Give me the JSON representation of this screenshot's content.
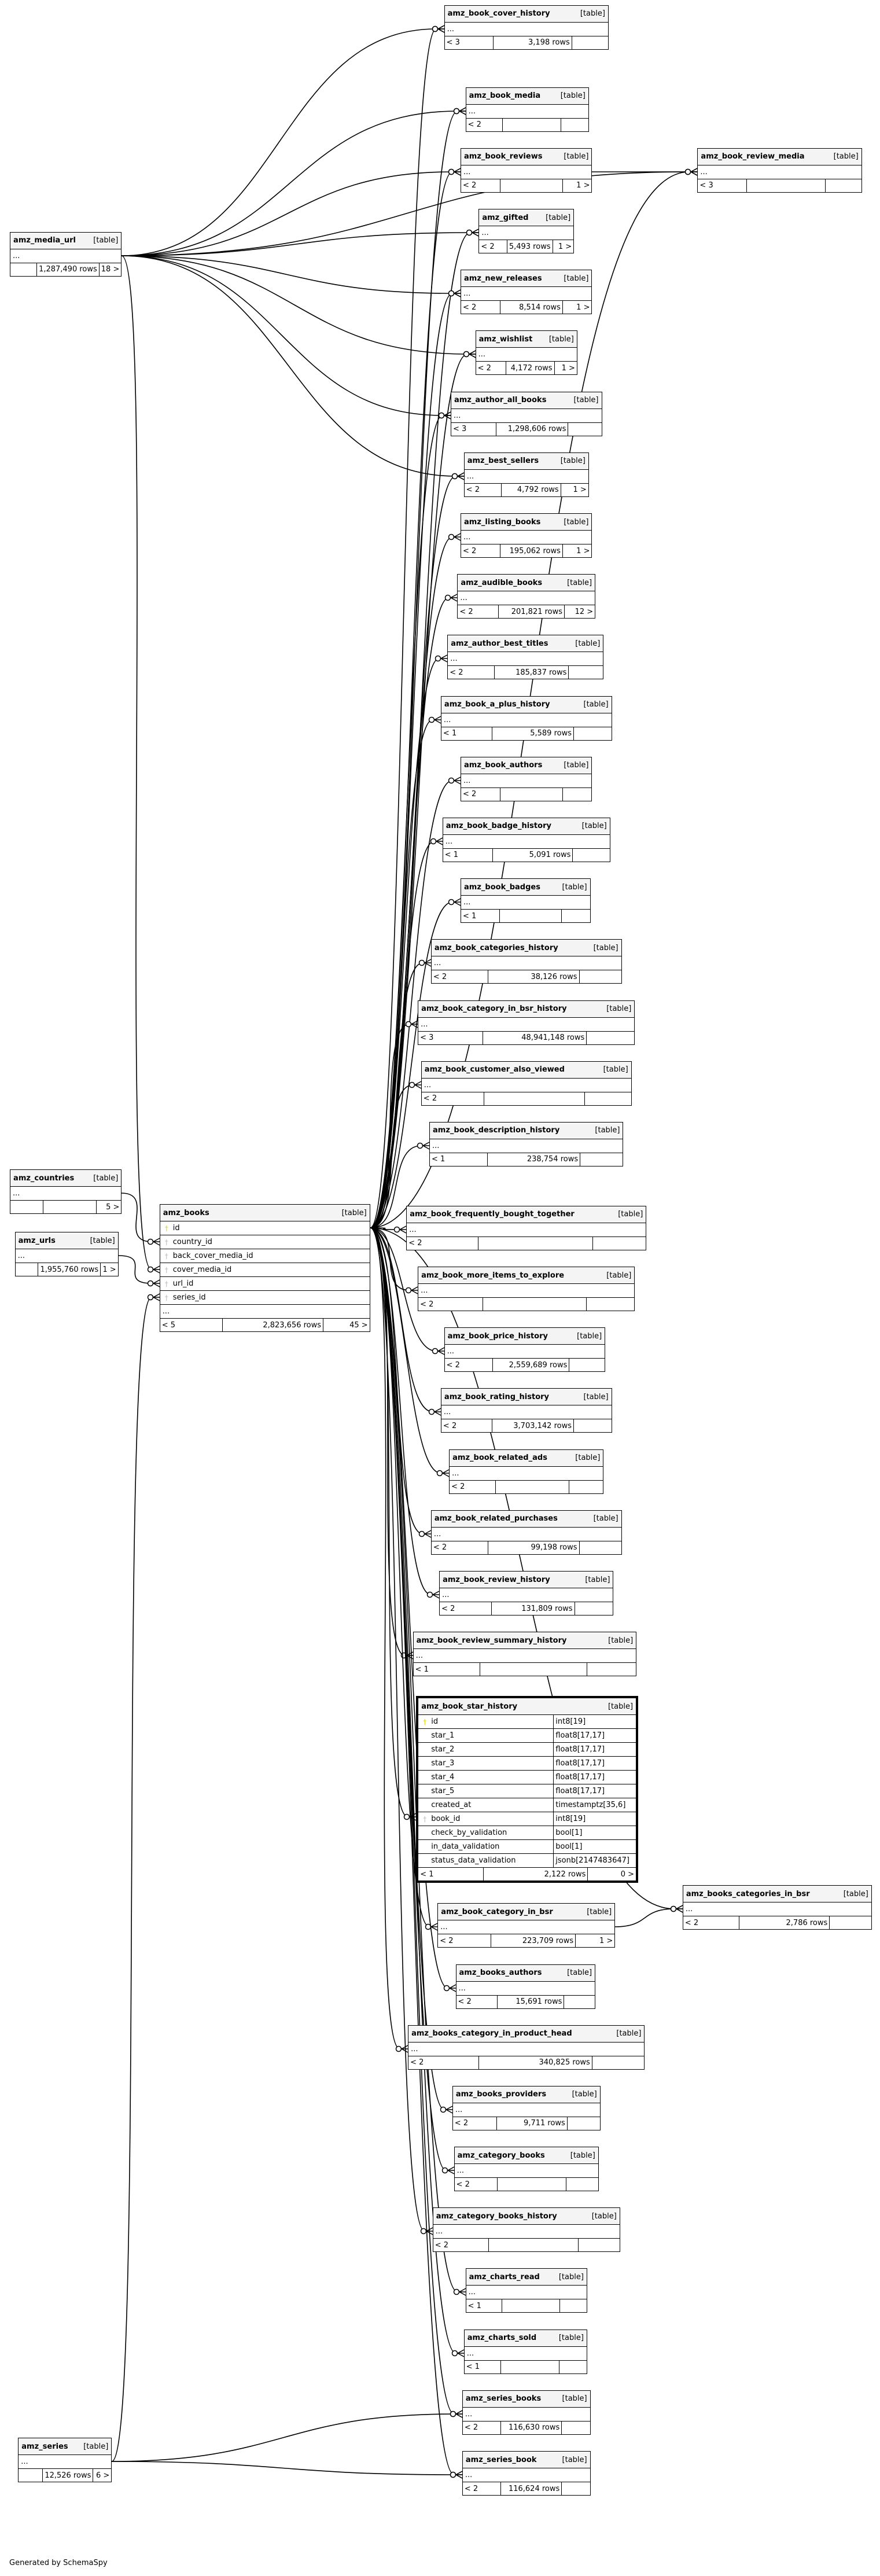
{
  "table_label": "[table]",
  "ellipsis": "...",
  "tables": [
    {
      "name": "amz_book_cover_history",
      "footer": [
        "< 3",
        "3,198 rows",
        ""
      ]
    },
    {
      "name": "amz_book_media",
      "footer": [
        "< 2",
        "",
        ""
      ]
    },
    {
      "name": "amz_book_reviews",
      "footer": [
        "< 2",
        "",
        "1 >"
      ]
    },
    {
      "name": "amz_book_review_media",
      "footer": [
        "< 3",
        "",
        ""
      ]
    },
    {
      "name": "amz_gifted",
      "footer": [
        "< 2",
        "5,493 rows",
        "1 >"
      ]
    },
    {
      "name": "amz_new_releases",
      "footer": [
        "< 2",
        "8,514 rows",
        "1 >"
      ]
    },
    {
      "name": "amz_wishlist",
      "footer": [
        "< 2",
        "4,172 rows",
        "1 >"
      ]
    },
    {
      "name": "amz_author_all_books",
      "footer": [
        "< 3",
        "1,298,606 rows",
        ""
      ]
    },
    {
      "name": "amz_best_sellers",
      "footer": [
        "< 2",
        "4,792 rows",
        "1 >"
      ]
    },
    {
      "name": "amz_listing_books",
      "footer": [
        "< 2",
        "195,062 rows",
        "1 >"
      ]
    },
    {
      "name": "amz_audible_books",
      "footer": [
        "< 2",
        "201,821 rows",
        "12 >"
      ]
    },
    {
      "name": "amz_author_best_titles",
      "footer": [
        "< 2",
        "185,837 rows",
        ""
      ]
    },
    {
      "name": "amz_book_a_plus_history",
      "footer": [
        "< 1",
        "5,589 rows",
        ""
      ]
    },
    {
      "name": "amz_book_authors",
      "footer": [
        "< 2",
        "",
        ""
      ]
    },
    {
      "name": "amz_book_badge_history",
      "footer": [
        "< 1",
        "5,091 rows",
        ""
      ]
    },
    {
      "name": "amz_book_badges",
      "footer": [
        "< 1",
        "",
        ""
      ]
    },
    {
      "name": "amz_book_categories_history",
      "footer": [
        "< 2",
        "38,126 rows",
        ""
      ]
    },
    {
      "name": "amz_book_category_in_bsr_history",
      "footer": [
        "< 3",
        "48,941,148 rows",
        ""
      ]
    },
    {
      "name": "amz_book_customer_also_viewed",
      "footer": [
        "< 2",
        "",
        ""
      ]
    },
    {
      "name": "amz_book_description_history",
      "footer": [
        "< 1",
        "238,754 rows",
        ""
      ]
    },
    {
      "name": "amz_book_frequently_bought_together",
      "footer": [
        "< 2",
        "",
        ""
      ]
    },
    {
      "name": "amz_book_more_items_to_explore",
      "footer": [
        "< 2",
        "",
        ""
      ]
    },
    {
      "name": "amz_book_price_history",
      "footer": [
        "< 2",
        "2,559,689 rows",
        ""
      ]
    },
    {
      "name": "amz_book_rating_history",
      "footer": [
        "< 2",
        "3,703,142 rows",
        ""
      ]
    },
    {
      "name": "amz_book_related_ads",
      "footer": [
        "< 2",
        "",
        ""
      ]
    },
    {
      "name": "amz_book_related_purchases",
      "footer": [
        "< 2",
        "99,198 rows",
        ""
      ]
    },
    {
      "name": "amz_book_review_history",
      "footer": [
        "< 2",
        "131,809 rows",
        ""
      ]
    },
    {
      "name": "amz_book_review_summary_history",
      "footer": [
        "< 1",
        "",
        ""
      ]
    },
    {
      "name": "amz_book_star_history",
      "footer": [
        "< 1",
        "2,122 rows",
        "0 >"
      ],
      "columns": [
        {
          "name": "id",
          "type": "int8[19]",
          "key": "pk"
        },
        {
          "name": "star_1",
          "type": "float8[17,17]"
        },
        {
          "name": "star_2",
          "type": "float8[17,17]"
        },
        {
          "name": "star_3",
          "type": "float8[17,17]"
        },
        {
          "name": "star_4",
          "type": "float8[17,17]"
        },
        {
          "name": "star_5",
          "type": "float8[17,17]"
        },
        {
          "name": "created_at",
          "type": "timestamptz[35,6]"
        },
        {
          "name": "book_id",
          "type": "int8[19]",
          "key": "fk"
        },
        {
          "name": "check_by_validation",
          "type": "bool[1]"
        },
        {
          "name": "in_data_validation",
          "type": "bool[1]"
        },
        {
          "name": "status_data_validation",
          "type": "jsonb[2147483647]"
        }
      ]
    },
    {
      "name": "amz_books_categories_in_bsr",
      "footer": [
        "< 2",
        "2,786 rows",
        ""
      ]
    },
    {
      "name": "amz_book_category_in_bsr",
      "footer": [
        "< 2",
        "223,709 rows",
        "1 >"
      ]
    },
    {
      "name": "amz_books_authors",
      "footer": [
        "< 2",
        "15,691 rows",
        ""
      ]
    },
    {
      "name": "amz_books_category_in_product_head",
      "footer": [
        "< 2",
        "340,825 rows",
        ""
      ]
    },
    {
      "name": "amz_books_providers",
      "footer": [
        "< 2",
        "9,711 rows",
        ""
      ]
    },
    {
      "name": "amz_category_books",
      "footer": [
        "< 2",
        "",
        ""
      ]
    },
    {
      "name": "amz_category_books_history",
      "footer": [
        "< 2",
        "",
        ""
      ]
    },
    {
      "name": "amz_charts_read",
      "footer": [
        "< 1",
        "",
        ""
      ]
    },
    {
      "name": "amz_charts_sold",
      "footer": [
        "< 1",
        "",
        ""
      ]
    },
    {
      "name": "amz_series_books",
      "footer": [
        "< 2",
        "116,630 rows",
        ""
      ]
    },
    {
      "name": "amz_series_book",
      "footer": [
        "< 2",
        "116,624 rows",
        ""
      ]
    },
    {
      "name": "amz_media_url",
      "footer": [
        "",
        "1,287,490 rows",
        "18 >"
      ]
    },
    {
      "name": "amz_countries",
      "footer": [
        "",
        "",
        "5 >"
      ]
    },
    {
      "name": "amz_urls",
      "footer": [
        "",
        "1,955,760 rows",
        "1 >"
      ]
    },
    {
      "name": "amz_series",
      "footer": [
        "",
        "12,526 rows",
        "6 >"
      ]
    },
    {
      "name": "amz_books",
      "footer": [
        "< 5",
        "2,823,656 rows",
        "45 >"
      ],
      "trailing_ellipsis": true,
      "columns": [
        {
          "name": "id",
          "key": "pk"
        },
        {
          "name": "country_id",
          "key": "fk"
        },
        {
          "name": "back_cover_media_id",
          "key": "fk"
        },
        {
          "name": "cover_media_id",
          "key": "fk"
        },
        {
          "name": "url_id",
          "key": "fk"
        },
        {
          "name": "series_id",
          "key": "fk"
        }
      ]
    }
  ],
  "relationships": [
    {
      "from": "amz_media_url",
      "to": [
        "amz_book_cover_history",
        "amz_book_media",
        "amz_book_reviews",
        "amz_book_review_media",
        "amz_gifted",
        "amz_new_releases",
        "amz_wishlist",
        "amz_author_all_books",
        "amz_best_sellers",
        "amz_books"
      ]
    },
    {
      "from": "amz_book_reviews",
      "to": [
        "amz_book_review_media"
      ]
    },
    {
      "from": "amz_countries",
      "to": [
        "amz_books"
      ]
    },
    {
      "from": "amz_urls",
      "to": [
        "amz_books"
      ]
    },
    {
      "from": "amz_series",
      "to": [
        "amz_books",
        "amz_series_books",
        "amz_series_book"
      ]
    },
    {
      "from": "amz_book_category_in_bsr",
      "to": [
        "amz_books_categories_in_bsr"
      ]
    },
    {
      "from": "amz_books",
      "to": [
        "amz_book_cover_history",
        "amz_book_media",
        "amz_book_reviews",
        "amz_book_review_media",
        "amz_gifted",
        "amz_new_releases",
        "amz_wishlist",
        "amz_author_all_books",
        "amz_best_sellers",
        "amz_listing_books",
        "amz_audible_books",
        "amz_author_best_titles",
        "amz_book_a_plus_history",
        "amz_book_authors",
        "amz_book_badge_history",
        "amz_book_badges",
        "amz_book_categories_history",
        "amz_book_category_in_bsr_history",
        "amz_book_customer_also_viewed",
        "amz_book_description_history",
        "amz_book_frequently_bought_together",
        "amz_book_more_items_to_explore",
        "amz_book_price_history",
        "amz_book_rating_history",
        "amz_book_related_ads",
        "amz_book_related_purchases",
        "amz_book_review_history",
        "amz_book_review_summary_history",
        "amz_book_star_history",
        "amz_books_categories_in_bsr",
        "amz_book_category_in_bsr",
        "amz_books_authors",
        "amz_books_category_in_product_head",
        "amz_books_providers",
        "amz_category_books",
        "amz_category_books_history",
        "amz_charts_read",
        "amz_charts_sold",
        "amz_series_books",
        "amz_series_book"
      ]
    }
  ],
  "generated_by": "Generated by SchemaSpy"
}
